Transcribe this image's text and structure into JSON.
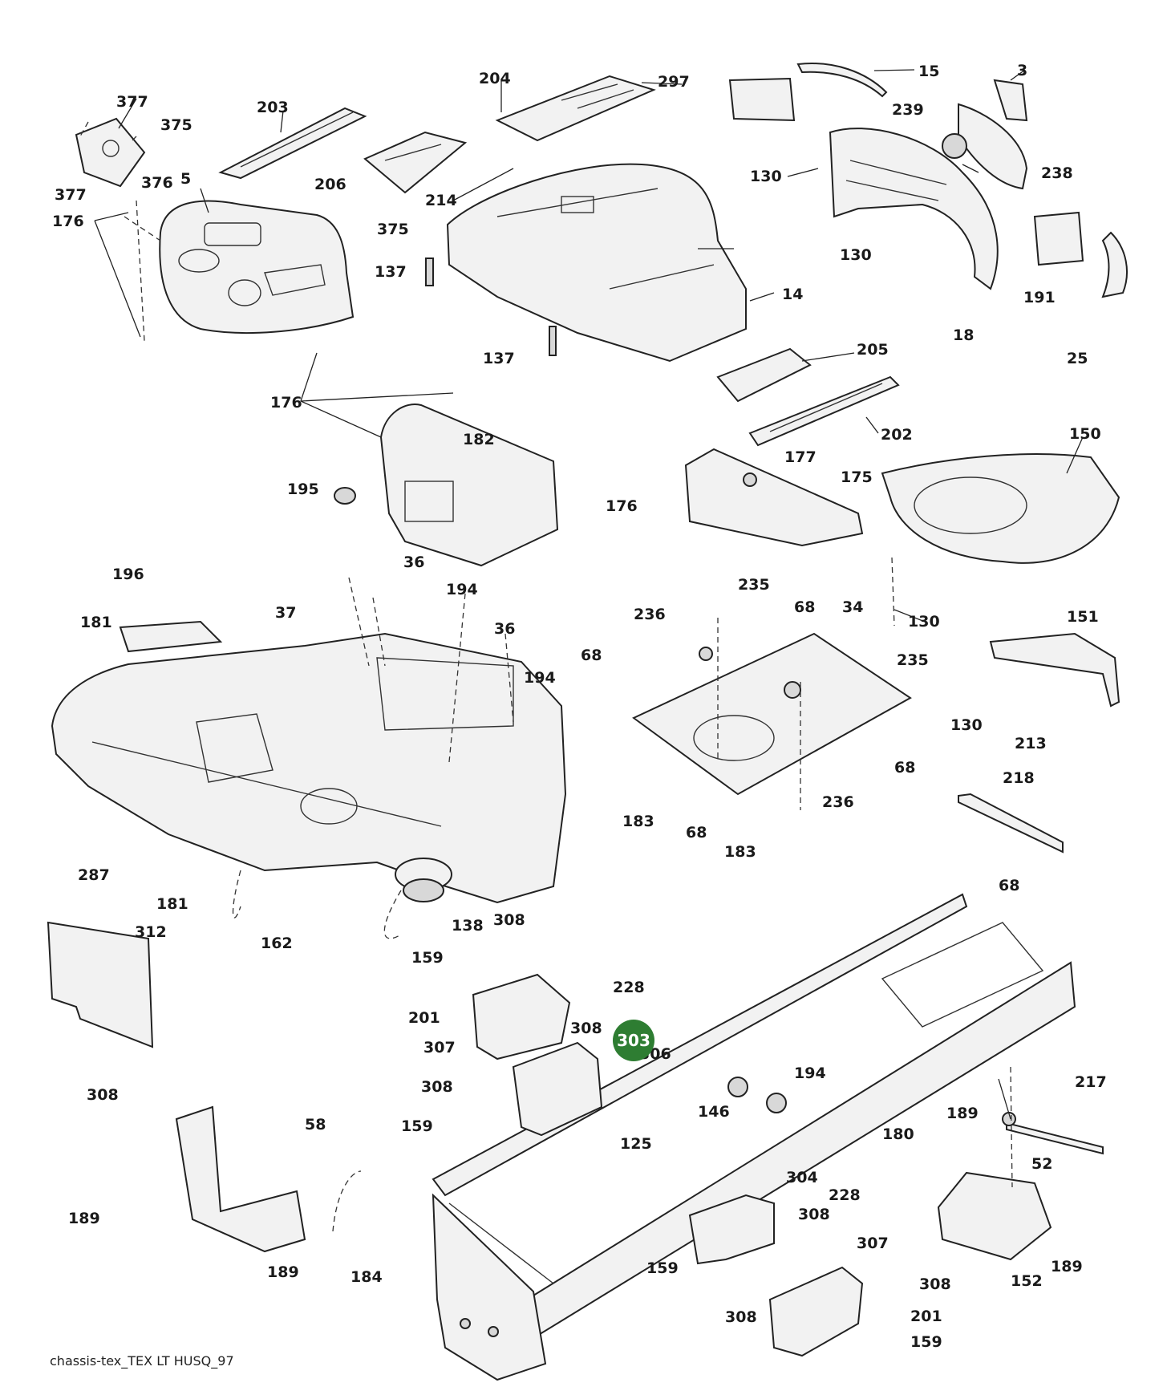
{
  "diagram": {
    "footer": "chassis-tex_TEX LT HUSQ_97",
    "highlight": {
      "label": "303",
      "color": "#2e7d32"
    },
    "callouts": {
      "c377a": "377",
      "c377b": "377",
      "c376": "376",
      "c5": "5",
      "c375a": "375",
      "c375b": "375",
      "c203": "203",
      "c206": "206",
      "c204": "204",
      "c214": "214",
      "c297": "297",
      "c15": "15",
      "c3": "3",
      "c239": "239",
      "c238": "238",
      "c130a": "130",
      "c130b": "130",
      "c18": "18",
      "c191": "191",
      "c25": "25",
      "c176a": "176",
      "c137a": "137",
      "c137b": "137",
      "c14": "14",
      "c205": "205",
      "c202": "202",
      "c176b": "176",
      "c182": "182",
      "c195": "195",
      "c176c": "176",
      "c177": "177",
      "c175": "175",
      "c150": "150",
      "c130c": "130",
      "c151": "151",
      "c130d": "130",
      "c196": "196",
      "c181a": "181",
      "c37": "37",
      "c36a": "36",
      "c194a": "194",
      "c36b": "36",
      "c194b": "194",
      "c235a": "235",
      "c236a": "236",
      "c68a": "68",
      "c34": "34",
      "c68b": "68",
      "c235b": "235",
      "c68c": "68",
      "c183a": "183",
      "c68d": "68",
      "c183b": "183",
      "c236b": "236",
      "c213": "213",
      "c218": "218",
      "c68e": "68",
      "c287": "287",
      "c181b": "181",
      "c162": "162",
      "c138": "138",
      "c308a": "308",
      "c312": "312",
      "c159a": "159",
      "c201a": "201",
      "c307a": "307",
      "c228a": "228",
      "c308b": "308",
      "c306": "306",
      "c308c": "308",
      "c308d": "308",
      "c194c": "194",
      "c146": "146",
      "c125": "125",
      "c180": "180",
      "c217": "217",
      "c189a": "189",
      "c52": "52",
      "c58": "58",
      "c159b": "159",
      "c189b": "189",
      "c189c": "189",
      "c184": "184",
      "c228b": "228",
      "c304": "304",
      "c308e": "308",
      "c159c": "159",
      "c308f": "308",
      "c307b": "307",
      "c308g": "308",
      "c201b": "201",
      "c159d": "159",
      "c152": "152",
      "c189d": "189"
    }
  }
}
